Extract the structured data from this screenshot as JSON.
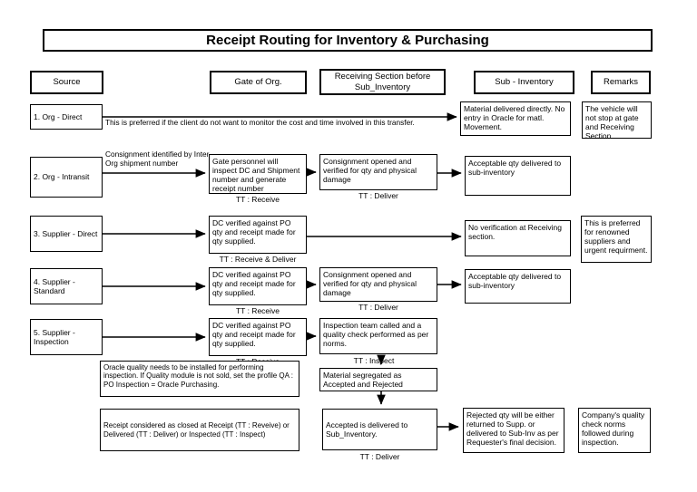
{
  "title": "Receipt Routing for Inventory & Purchasing",
  "columns": {
    "source": "Source",
    "gate": "Gate of Org.",
    "receiving": "Receiving Section before Sub_Inventory",
    "sub_inventory": "Sub - Inventory",
    "remarks": "Remarks"
  },
  "row1": {
    "source": "1. Org - Direct",
    "flow_note": "This is preferred if the client do not want to monitor the cost and time involved in this transfer.",
    "sub_inventory": "Material delivered directly. No entry in Oracle for matl. Movement.",
    "remarks": "The vehicle will not stop at gate and Receiving Section"
  },
  "row2": {
    "source": "2. Org - Intransit",
    "arrow_label": "Consignment identified by Inter Org shipment number",
    "gate": "Gate personnel will inspect DC and Shipment number and generate receipt number",
    "gate_tt": "TT : Receive",
    "receiving": "Consignment opened and verified for qty and physical damage",
    "receiving_tt": "TT : Deliver",
    "sub_inventory": "Acceptable qty delivered to sub-inventory"
  },
  "row3": {
    "source": "3. Supplier - Direct",
    "gate": "DC verified against PO qty and receipt made for qty supplied.",
    "gate_tt": "TT : Receive & Deliver",
    "sub_inventory": "No verification at Receiving section.",
    "remarks": "This is preferred for renowned suppliers and urgent requirment."
  },
  "row4": {
    "source": "4. Supplier - Standard",
    "gate": "DC verified against PO qty and receipt made for qty supplied.",
    "gate_tt": "TT : Receive",
    "receiving": "Consignment opened and verified for qty and physical damage",
    "receiving_tt": "TT : Deliver",
    "sub_inventory": "Acceptable qty delivered to sub-inventory"
  },
  "row5": {
    "source": "5. Supplier - Inspection",
    "gate": "DC verified against PO qty and receipt made for qty supplied.",
    "gate_tt": "TT : Receive",
    "receiving": "Inspection team called and a quality check performed as per norms.",
    "receiving_tt": "TT : Inspect",
    "oracle_note": "Oracle quality needs to be installed for performing inspection. If Quality module is not sold, set the profile QA : PO Inspection = Oracle Purchasing.",
    "segregated": "Material segregated as Accepted and Rejected"
  },
  "row6": {
    "closure_note": "Receipt considered as closed at Receipt (TT : Reveive) or Delivered (TT : Deliver) or Inspected (TT : Inspect)",
    "accepted": "Accepted is delivered to Sub_Inventory.",
    "accepted_tt": "TT : Deliver",
    "rejected": "Rejected qty will be either returned to Supp. or delivered to Sub-Inv as per Requester's final decision.",
    "remarks": "Company's quality check norms followed during inspection."
  },
  "colors": {
    "border": "#000000",
    "background": "#ffffff",
    "text": "#000000"
  }
}
